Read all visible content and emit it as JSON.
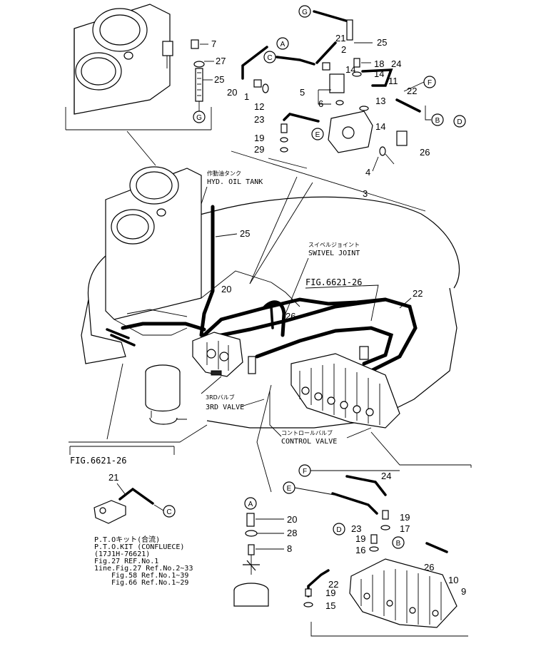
{
  "diagram": {
    "labels": {
      "hyd_tank_jp": "作動油タンク",
      "hyd_tank_en": "HYD. OIL TANK",
      "swivel_jp": "スイベルジョイント",
      "swivel_en": "SWIVEL JOINT",
      "third_valve_jp": "3RDバルブ",
      "third_valve_en": "3RD VALVE",
      "control_valve_jp": "コントロールバルブ",
      "control_valve_en": "CONTROL VALVE",
      "fig_ref_main": "FIG.6621-26",
      "fig_ref_inset": "FIG.6621-26"
    },
    "kit_note": {
      "line1": "P.T.Oキット(合流)",
      "line2": "P.T.O.KIT (CONFLUECE)",
      "line3": "(17J1H-76621)",
      "line4": "Fig.27 REF.No.1",
      "line5": "1ine.Fig.27  Ref.No.2~33",
      "line6": "Fig.58  Ref.No.1~39",
      "line7": "Fig.66  Ref.No.1~29"
    },
    "connectors": [
      "A",
      "B",
      "C",
      "D",
      "E",
      "F",
      "G"
    ],
    "part_numbers": [
      "1",
      "2",
      "3",
      "4",
      "5",
      "6",
      "7",
      "8",
      "9",
      "10",
      "11",
      "12",
      "13",
      "14",
      "15",
      "16",
      "17",
      "18",
      "19",
      "20",
      "21",
      "22",
      "23",
      "24",
      "25",
      "26",
      "27",
      "28",
      "29"
    ]
  }
}
